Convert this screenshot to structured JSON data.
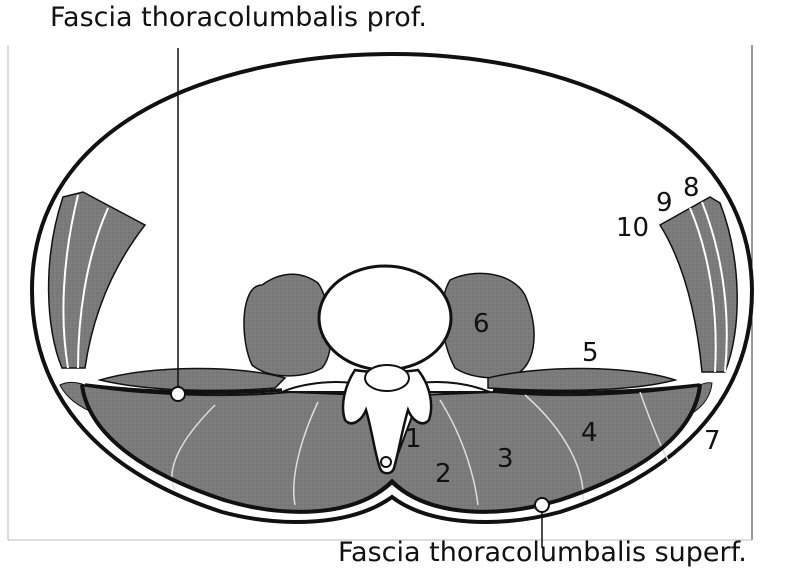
{
  "labels": {
    "top_caption": "Fascia thoracolumbalis prof.",
    "bottom_caption": "Fascia thoracolumbalis superf."
  },
  "numbers": [
    "1",
    "2",
    "3",
    "4",
    "5",
    "6",
    "7",
    "8",
    "9",
    "10"
  ],
  "colors": {
    "muscle": "#7b7b7b",
    "background": "#ffffff",
    "line": "#111111"
  }
}
